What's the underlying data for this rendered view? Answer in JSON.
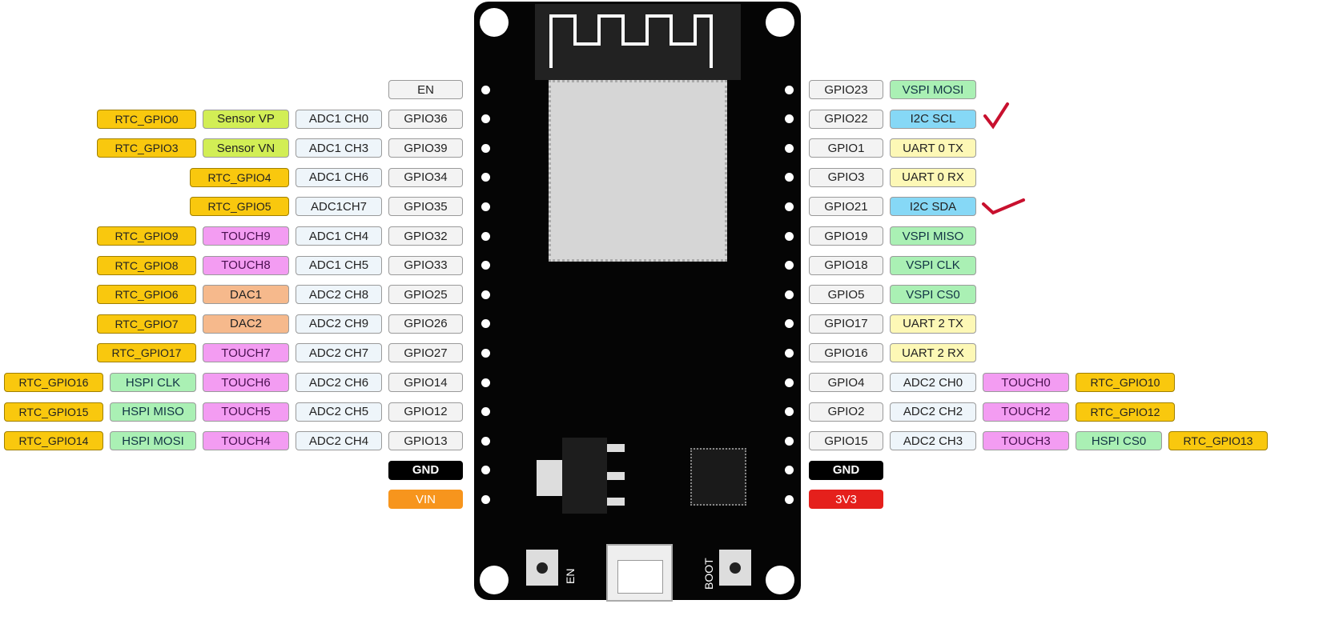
{
  "colors": {
    "rtc": "#f9c80e",
    "touch": "#f39cf2",
    "spi": "#aaf0b4",
    "i2c": "#86d8f6",
    "uart": "#fdf8b6",
    "gnd": "#000000",
    "vin": "#f7951d",
    "3v3": "#e5201c",
    "board": "#050505",
    "checkmark": "#c8102e"
  },
  "left_pins": [
    [
      {
        "label": "EN",
        "type": "gpio"
      }
    ],
    [
      {
        "label": "GPIO36",
        "type": "gpio"
      },
      {
        "label": "ADC1 CH0",
        "type": "adc"
      },
      {
        "label": "Sensor VP",
        "type": "sensor"
      },
      {
        "label": "RTC_GPIO0",
        "type": "rtc"
      }
    ],
    [
      {
        "label": "GPIO39",
        "type": "gpio"
      },
      {
        "label": "ADC1 CH3",
        "type": "adc"
      },
      {
        "label": "Sensor VN",
        "type": "sensor"
      },
      {
        "label": "RTC_GPIO3",
        "type": "rtc"
      }
    ],
    [
      {
        "label": "GPIO34",
        "type": "gpio"
      },
      {
        "label": "ADC1 CH6",
        "type": "adc"
      },
      {
        "label": "RTC_GPIO4",
        "type": "rtc"
      }
    ],
    [
      {
        "label": "GPIO35",
        "type": "gpio"
      },
      {
        "label": "ADC1CH7",
        "type": "adc"
      },
      {
        "label": "RTC_GPIO5",
        "type": "rtc"
      }
    ],
    [
      {
        "label": "GPIO32",
        "type": "gpio"
      },
      {
        "label": "ADC1 CH4",
        "type": "adc"
      },
      {
        "label": "TOUCH9",
        "type": "touch"
      },
      {
        "label": "RTC_GPIO9",
        "type": "rtc"
      }
    ],
    [
      {
        "label": "GPIO33",
        "type": "gpio"
      },
      {
        "label": "ADC1 CH5",
        "type": "adc"
      },
      {
        "label": "TOUCH8",
        "type": "touch"
      },
      {
        "label": "RTC_GPIO8",
        "type": "rtc"
      }
    ],
    [
      {
        "label": "GPIO25",
        "type": "gpio"
      },
      {
        "label": "ADC2 CH8",
        "type": "adc"
      },
      {
        "label": "DAC1",
        "type": "dac"
      },
      {
        "label": "RTC_GPIO6",
        "type": "rtc"
      }
    ],
    [
      {
        "label": "GPIO26",
        "type": "gpio"
      },
      {
        "label": "ADC2 CH9",
        "type": "adc"
      },
      {
        "label": "DAC2",
        "type": "dac"
      },
      {
        "label": "RTC_GPIO7",
        "type": "rtc"
      }
    ],
    [
      {
        "label": "GPIO27",
        "type": "gpio"
      },
      {
        "label": "ADC2 CH7",
        "type": "adc"
      },
      {
        "label": "TOUCH7",
        "type": "touch"
      },
      {
        "label": "RTC_GPIO17",
        "type": "rtc"
      }
    ],
    [
      {
        "label": "GPIO14",
        "type": "gpio"
      },
      {
        "label": "ADC2 CH6",
        "type": "adc"
      },
      {
        "label": "TOUCH6",
        "type": "touch"
      },
      {
        "label": "HSPI CLK",
        "type": "spi"
      },
      {
        "label": "RTC_GPIO16",
        "type": "rtc"
      }
    ],
    [
      {
        "label": "GPIO12",
        "type": "gpio"
      },
      {
        "label": "ADC2 CH5",
        "type": "adc"
      },
      {
        "label": "TOUCH5",
        "type": "touch"
      },
      {
        "label": "HSPI MISO",
        "type": "spi"
      },
      {
        "label": "RTC_GPIO15",
        "type": "rtc"
      }
    ],
    [
      {
        "label": "GPIO13",
        "type": "gpio"
      },
      {
        "label": "ADC2 CH4",
        "type": "adc"
      },
      {
        "label": "TOUCH4",
        "type": "touch"
      },
      {
        "label": "HSPI MOSI",
        "type": "spi"
      },
      {
        "label": "RTC_GPIO14",
        "type": "rtc"
      }
    ],
    [
      {
        "label": "GND",
        "type": "gnd"
      }
    ],
    [
      {
        "label": "VIN",
        "type": "vin"
      }
    ]
  ],
  "right_pins": [
    [
      {
        "label": "GPIO23",
        "type": "gpio"
      },
      {
        "label": "VSPI MOSI",
        "type": "spi"
      }
    ],
    [
      {
        "label": "GPIO22",
        "type": "gpio"
      },
      {
        "label": "I2C SCL",
        "type": "i2c"
      }
    ],
    [
      {
        "label": "GPIO1",
        "type": "gpio"
      },
      {
        "label": "UART 0 TX",
        "type": "uart"
      }
    ],
    [
      {
        "label": "GPIO3",
        "type": "gpio"
      },
      {
        "label": "UART 0 RX",
        "type": "uart"
      }
    ],
    [
      {
        "label": "GPIO21",
        "type": "gpio"
      },
      {
        "label": "I2C SDA",
        "type": "i2c"
      }
    ],
    [
      {
        "label": "GPIO19",
        "type": "gpio"
      },
      {
        "label": "VSPI MISO",
        "type": "spi"
      }
    ],
    [
      {
        "label": "GPIO18",
        "type": "gpio"
      },
      {
        "label": "VSPI CLK",
        "type": "spi"
      }
    ],
    [
      {
        "label": "GPIO5",
        "type": "gpio"
      },
      {
        "label": "VSPI CS0",
        "type": "spi"
      }
    ],
    [
      {
        "label": "GPIO17",
        "type": "gpio"
      },
      {
        "label": "UART 2 TX",
        "type": "uart"
      }
    ],
    [
      {
        "label": "GPIO16",
        "type": "gpio"
      },
      {
        "label": "UART 2 RX",
        "type": "uart"
      }
    ],
    [
      {
        "label": "GPIO4",
        "type": "gpio"
      },
      {
        "label": "ADC2 CH0",
        "type": "adc"
      },
      {
        "label": "TOUCH0",
        "type": "touch"
      },
      {
        "label": "RTC_GPIO10",
        "type": "rtc"
      }
    ],
    [
      {
        "label": "GPIO2",
        "type": "gpio"
      },
      {
        "label": "ADC2 CH2",
        "type": "adc"
      },
      {
        "label": "TOUCH2",
        "type": "touch"
      },
      {
        "label": "RTC_GPIO12",
        "type": "rtc"
      }
    ],
    [
      {
        "label": "GPIO15",
        "type": "gpio"
      },
      {
        "label": "ADC2 CH3",
        "type": "adc"
      },
      {
        "label": "TOUCH3",
        "type": "touch"
      },
      {
        "label": "HSPI CS0",
        "type": "spi"
      },
      {
        "label": "RTC_GPIO13",
        "type": "rtc"
      }
    ],
    [
      {
        "label": "GND",
        "type": "gnd"
      }
    ],
    [
      {
        "label": "3V3",
        "type": "3v3"
      }
    ]
  ],
  "board": {
    "en_button_label": "EN",
    "boot_button_label": "BOOT"
  }
}
